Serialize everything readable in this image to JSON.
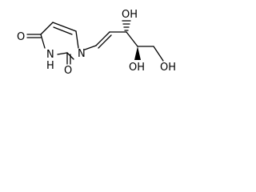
{
  "molecule": {
    "atom_labels": {
      "ring_n1": "N",
      "ring_nh": "N",
      "ring_nh_h": "H",
      "o_c4": "O",
      "o_c2": "O",
      "oh_c3": "OH",
      "oh_c4": "OH",
      "oh_c5": "OH"
    }
  }
}
